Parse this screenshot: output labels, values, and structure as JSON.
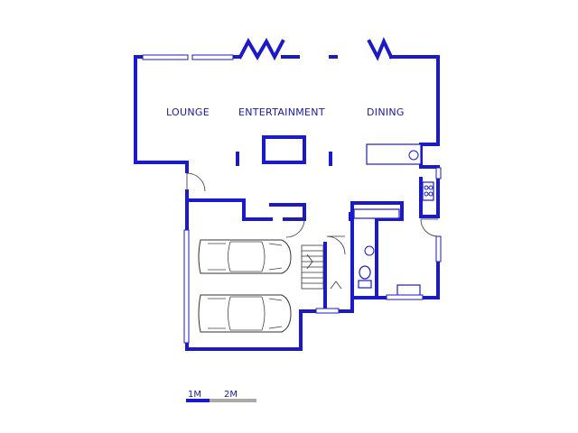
{
  "rooms": {
    "lounge": "LOUNGE",
    "entertainment": "ENTERTAINMENT",
    "dining": "DINING"
  },
  "scale_bar": {
    "label_1": "1M",
    "label_2": "2M"
  },
  "colors": {
    "wall": "#1a1ac8",
    "label": "#1a1aa0",
    "scale_primary": "#1a1ac8",
    "scale_secondary": "#aaaaaa"
  }
}
